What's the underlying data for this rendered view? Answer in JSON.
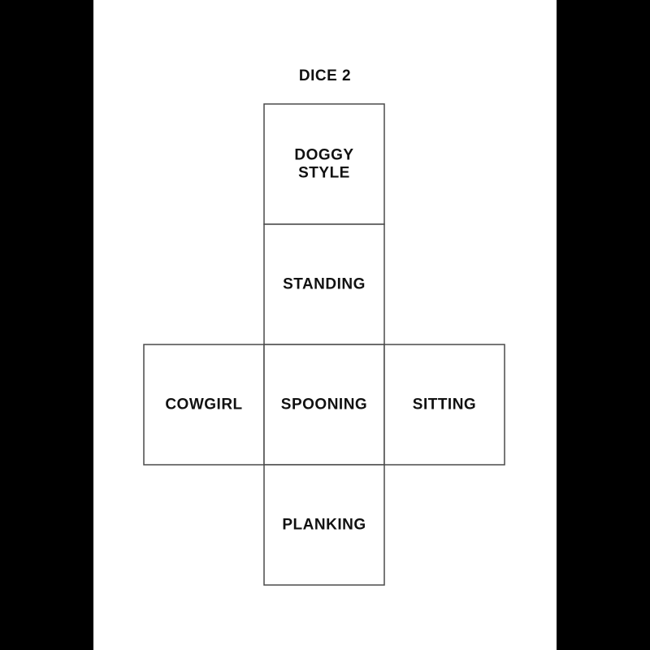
{
  "title": "DICE 2",
  "faces": {
    "doggy_style": {
      "line1": "DOGGY",
      "line2": "STYLE"
    },
    "standing": {
      "label": "STANDING"
    },
    "cowgirl": {
      "label": "COWGIRL"
    },
    "spooning": {
      "label": "SPOONING"
    },
    "sitting": {
      "label": "SITTING"
    },
    "planking": {
      "label": "PLANKING"
    }
  },
  "colors": {
    "letterbox": "#000000",
    "page": "#ffffff",
    "line": "#4a4a4a",
    "text": "#111111"
  }
}
